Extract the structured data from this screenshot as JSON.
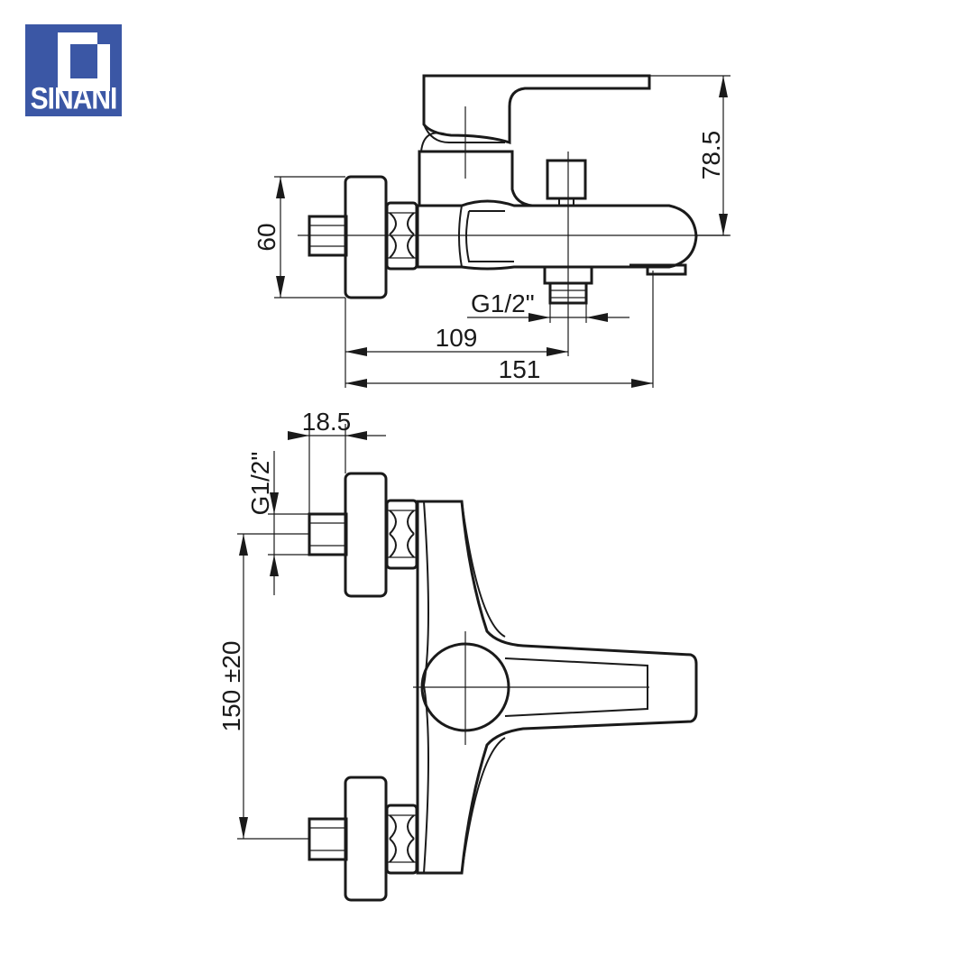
{
  "brand": {
    "name": "SINANI",
    "color": "#3b57a5"
  },
  "dimensions": {
    "body_height": "60",
    "handle_height": "78.5",
    "inlet_thread_top": "G1/2\"",
    "inlet_to_outlet": "109",
    "total_length": "151",
    "flange_depth": "18.5",
    "inlet_thread_side": "G1/2\"",
    "inlet_spacing": "150 ±20"
  }
}
